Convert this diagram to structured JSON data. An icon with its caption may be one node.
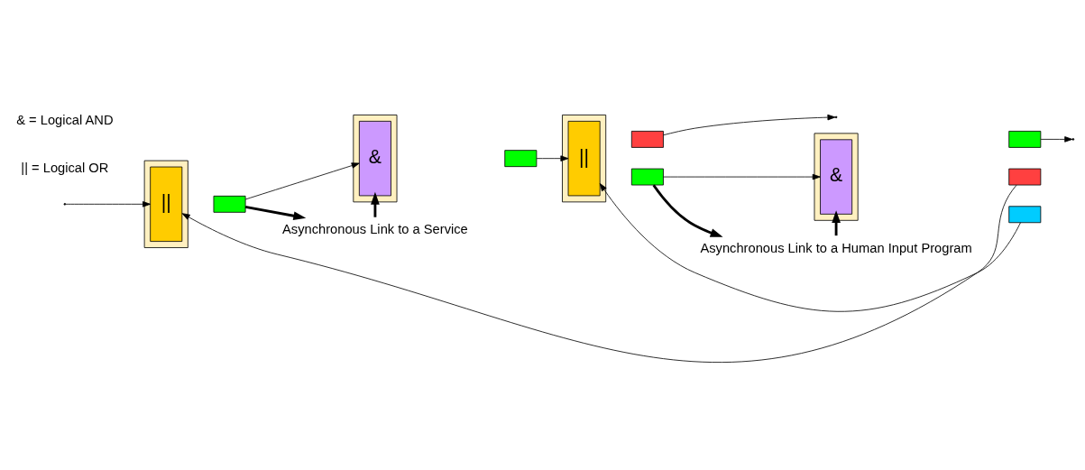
{
  "diagram": {
    "nodes": [
      {
        "text": [],
        "shape": "box"
      },
      {
        "text": [
          "||"
        ],
        "in": 0
      },
      {
        "text": [],
        "shape": "box"
      },
      {
        "text": [],
        "shape": "box"
      },
      {
        "text": [
          "&"
        ],
        "in": 3
      },
      {
        "text": [],
        "shape": "box"
      },
      {
        "text": [],
        "shape": "box"
      },
      {
        "text": [
          "||"
        ],
        "in": 6
      },
      {
        "text": [],
        "shape": "box"
      },
      {
        "text": [],
        "shape": "box"
      },
      {
        "text": [],
        "shape": "box"
      },
      {
        "text": [
          "&"
        ],
        "in": 10
      },
      {
        "text": [],
        "shape": "box"
      },
      {
        "text": [],
        "shape": "box"
      },
      {
        "text": [],
        "shape": "box"
      },
      {
        "text": [
          "Asynchronous Link to a Service"
        ]
      },
      {
        "text": [
          "Asynchronous Link to a Human Input Program"
        ]
      }
    ],
    "edges": [
      {
        "from": null,
        "to": 1,
        "arrow": "to"
      },
      {
        "from": 2,
        "to": 15,
        "arrow": "to",
        "style": "thick"
      },
      {
        "from": 15,
        "to": 4,
        "arrow": "to",
        "style": "thick"
      },
      {
        "from": 2,
        "to": 4,
        "arrow": "to"
      },
      {
        "from": 5,
        "to": 7,
        "arrow": "to"
      },
      {
        "from": 8,
        "to": null,
        "arrow": "to"
      },
      {
        "from": 9,
        "to": 11,
        "arrow": "to"
      },
      {
        "from": 9,
        "to": 16,
        "arrow": "to",
        "style": "thick"
      },
      {
        "from": 16,
        "to": 11,
        "arrow": "to",
        "style": "thick"
      },
      {
        "from": 12,
        "to": null,
        "arrow": "to"
      },
      {
        "from": 13,
        "to": 1,
        "arrow": "to"
      },
      {
        "from": 14,
        "to": 7,
        "arrow": "to"
      }
    ],
    "labels": [
      "|| = Logical OR",
      "& = Logical AND"
    ]
  }
}
